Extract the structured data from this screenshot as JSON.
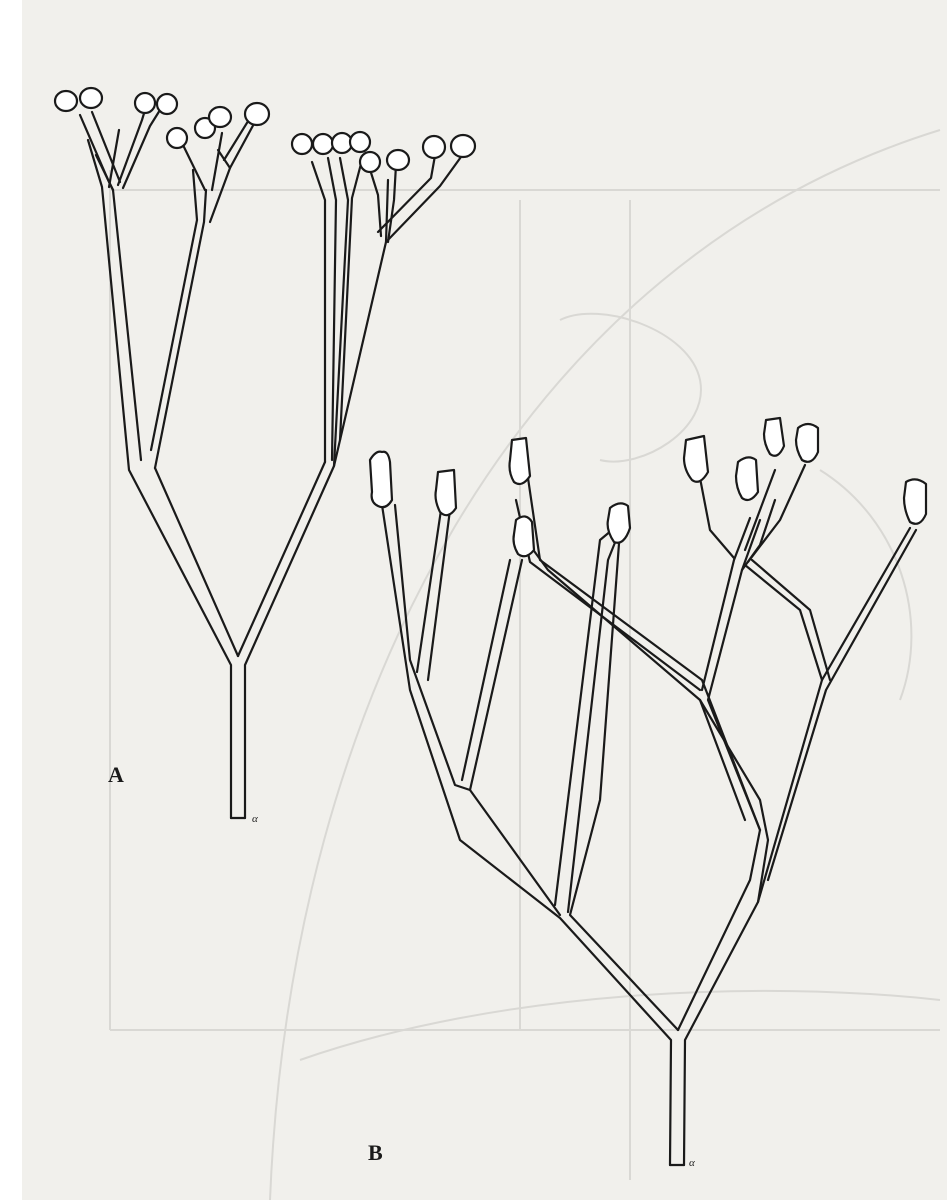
{
  "figure": {
    "labels": {
      "a": "A",
      "b": "B"
    },
    "scale_marks": {
      "a": "α",
      "b": "α"
    },
    "colors": {
      "paper": "#f1f0ec",
      "ink": "#1a1a1a",
      "bleed_through": "#d6d5d1"
    }
  }
}
